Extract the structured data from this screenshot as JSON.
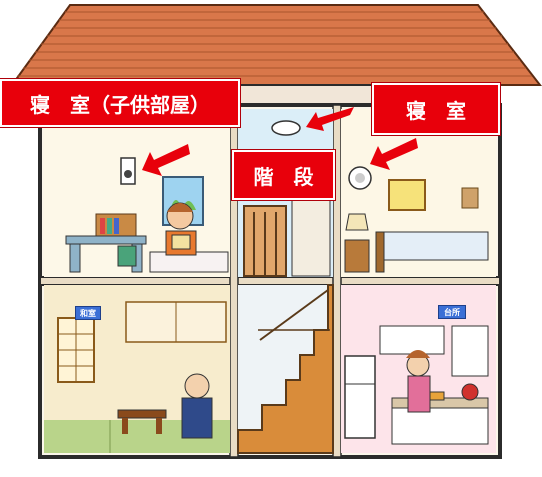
{
  "labels": {
    "child_bedroom": "寝　室（子供部屋）",
    "stairs": "階　段",
    "bedroom": "寝　室"
  },
  "signs": {
    "washitsu": "和室",
    "kitchen": "台所"
  },
  "colors": {
    "label_red": "#e8000b",
    "roof": "#d9774a",
    "wall_outline": "#2b2b2b",
    "stair_wood": "#d98c3a"
  },
  "icons": [
    "smoke-detector-icon",
    "arrow-icon"
  ]
}
